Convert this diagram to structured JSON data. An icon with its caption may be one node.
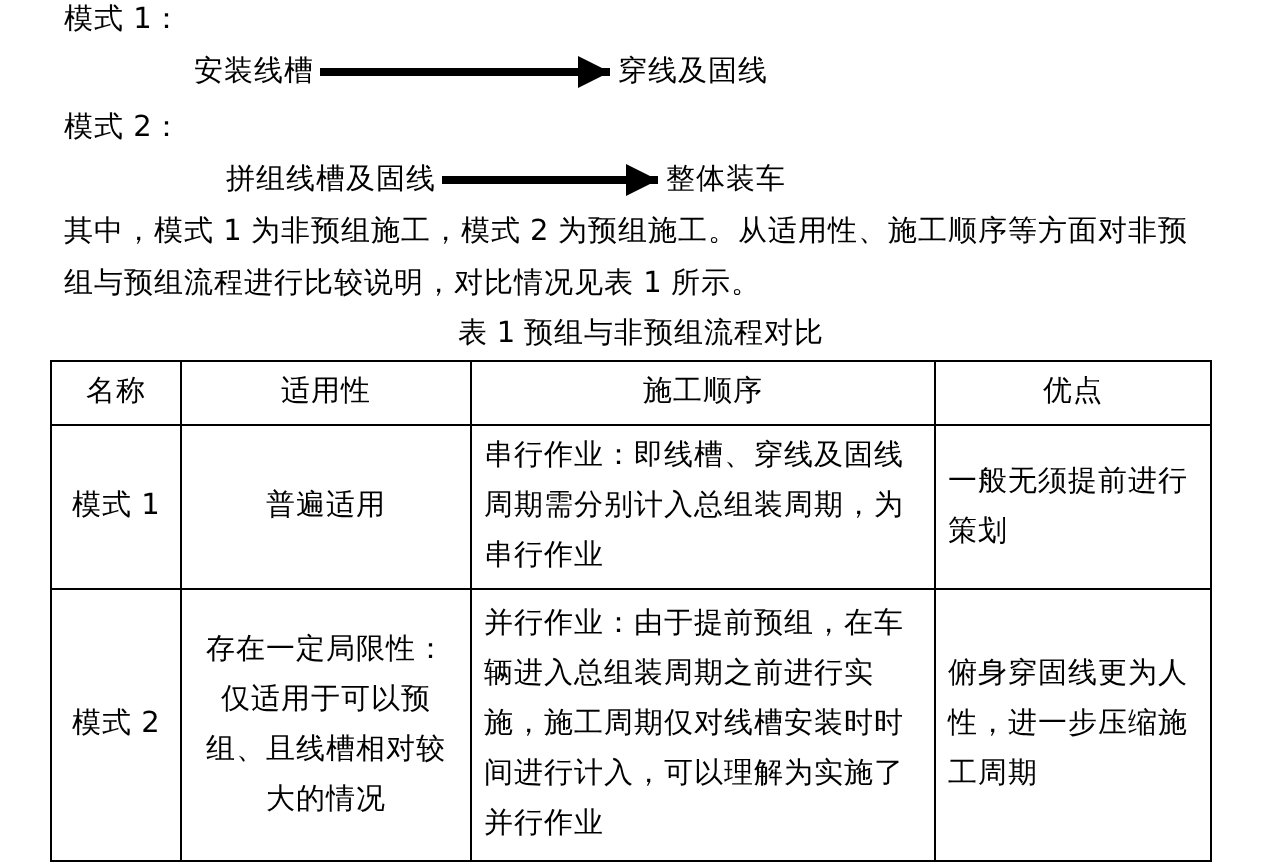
{
  "diagram": {
    "nodes": [
      {
        "text": [
          "安装线槽"
        ]
      },
      {
        "text": [
          "穿线及固线"
        ]
      },
      {
        "text": [
          "拼组线槽及固线"
        ]
      },
      {
        "text": [
          "整体装车"
        ]
      }
    ],
    "edges": [
      {
        "from": 0,
        "to": 1,
        "arrow": "to"
      },
      {
        "from": 2,
        "to": 3,
        "arrow": "to"
      }
    ],
    "labels": [
      "模式 1：",
      "模式 2：",
      "其中，模式 1 为非预组施工，模式 2 为预组施工。从适用性、施工顺序等方面对非预组与预组流程进行比较说明，对比情况见表 1 所示。",
      "表 1 预组与非预组流程对比",
      "名称",
      "适用性",
      "施工顺序",
      "优点",
      "模式 1",
      "普遍适用",
      "串行作业：即线槽、穿线及固线周期需分别计入总组装周期，为串行作业",
      "一般无须提前进行策划",
      "模式 2",
      "存在一定局限性：仅适用于可以预组、且线槽相对较大的情况",
      "并行作业：由于提前预组，在车辆进入总组装周期之前进行实施，施工周期仅对线槽安装时时间进行计入，可以理解为实施了并行作业",
      "俯身穿固线更为人性，进一步压缩施工周期"
    ]
  }
}
